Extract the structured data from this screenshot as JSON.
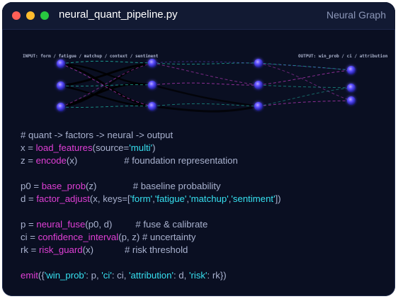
{
  "window": {
    "title": "neural_quant_pipeline.py",
    "panel_label": "Neural Graph"
  },
  "graph": {
    "input_label": "INPUT: form / fatigue / matchup / context / sentiment",
    "output_label": "OUTPUT: win_prob / ci / attribution"
  },
  "code": {
    "l1": "# quant -> factors -> neural -> output",
    "l2_pre": "x = ",
    "l2_fn": "load_features",
    "l2_mid": "(source=",
    "l2_str": "'multi'",
    "l2_post": ")",
    "l3_pre": "z = ",
    "l3_fn": "encode",
    "l3_post": "(x)                  # foundation representation",
    "l4_pre": "p0 = ",
    "l4_fn": "base_prob",
    "l4_post": "(z)              # baseline probability",
    "l5_pre": "d = ",
    "l5_fn": "factor_adjust",
    "l5_mid": "(x, keys=[",
    "l5_s1": "'form'",
    "l5_c1": ",",
    "l5_s2": "'fatigue'",
    "l5_c2": ",",
    "l5_s3": "'matchup'",
    "l5_c3": ",",
    "l5_s4": "'sentiment'",
    "l5_post": "])",
    "l6_pre": "p = ",
    "l6_fn": "neural_fuse",
    "l6_post": "(p0, d)         # fuse & calibrate",
    "l7_pre": "ci = ",
    "l7_fn": "confidence_interval",
    "l7_post": "(p, z) # uncertainty",
    "l8_pre": "rk = ",
    "l8_fn": "risk_guard",
    "l8_post": "(x)            # risk threshold",
    "l9_fn": "emit",
    "l9_a": "({",
    "l9_s1": "'win_prob'",
    "l9_b": ": p, ",
    "l9_s2": "'ci'",
    "l9_c": ": ci, ",
    "l9_s3": "'attribution'",
    "l9_d": ": d, ",
    "l9_s4": "'risk'",
    "l9_e": ": rk})"
  },
  "colors": {
    "background": "#0a0f22",
    "titlebar": "#121a33",
    "function": "#e03fd6",
    "string": "#36e0f0",
    "comment": "#a9b2cf"
  }
}
